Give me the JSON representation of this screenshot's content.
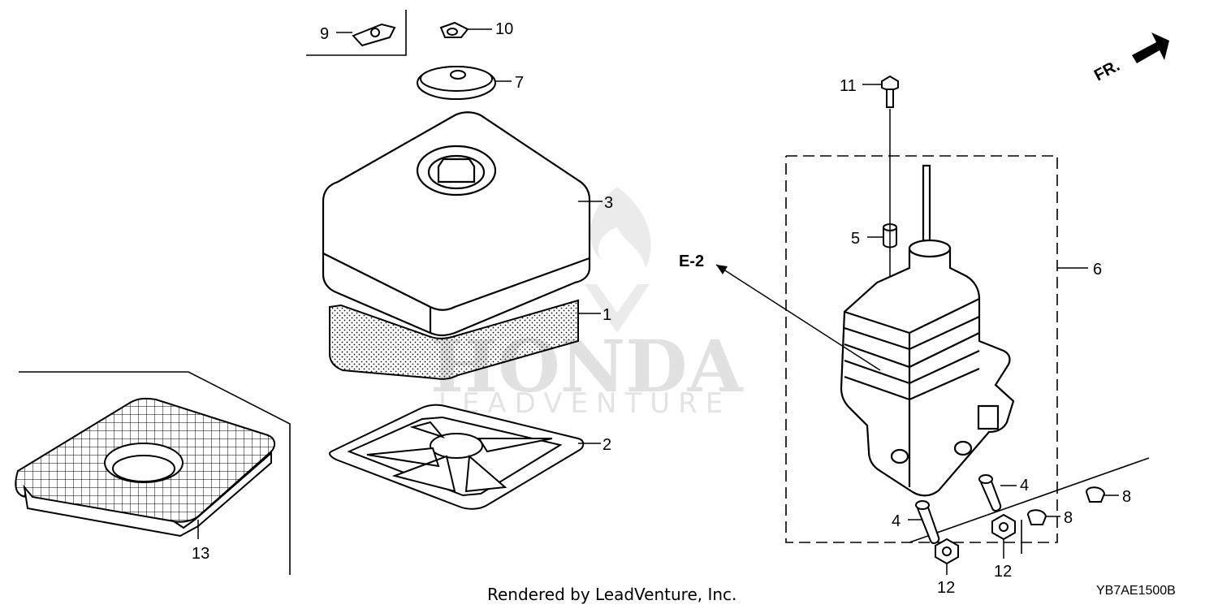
{
  "diagram": {
    "callouts": [
      {
        "id": "9",
        "label": "9"
      },
      {
        "id": "10",
        "label": "10"
      },
      {
        "id": "7",
        "label": "7"
      },
      {
        "id": "3",
        "label": "3"
      },
      {
        "id": "1",
        "label": "1"
      },
      {
        "id": "2",
        "label": "2"
      },
      {
        "id": "13",
        "label": "13"
      },
      {
        "id": "11",
        "label": "11"
      },
      {
        "id": "5",
        "label": "5"
      },
      {
        "id": "6",
        "label": "6"
      },
      {
        "id": "4a",
        "label": "4"
      },
      {
        "id": "4b",
        "label": "4"
      },
      {
        "id": "8a",
        "label": "8"
      },
      {
        "id": "8b",
        "label": "8"
      },
      {
        "id": "12a",
        "label": "12"
      },
      {
        "id": "12b",
        "label": "12"
      }
    ],
    "reference": "E-2",
    "front_marker": "FR.",
    "footer": "Rendered by LeadVenture, Inc.",
    "diagram_code": "YB7AE1500B",
    "watermark": {
      "brand": "HONDA",
      "sub": "LEADVENTURE"
    }
  }
}
